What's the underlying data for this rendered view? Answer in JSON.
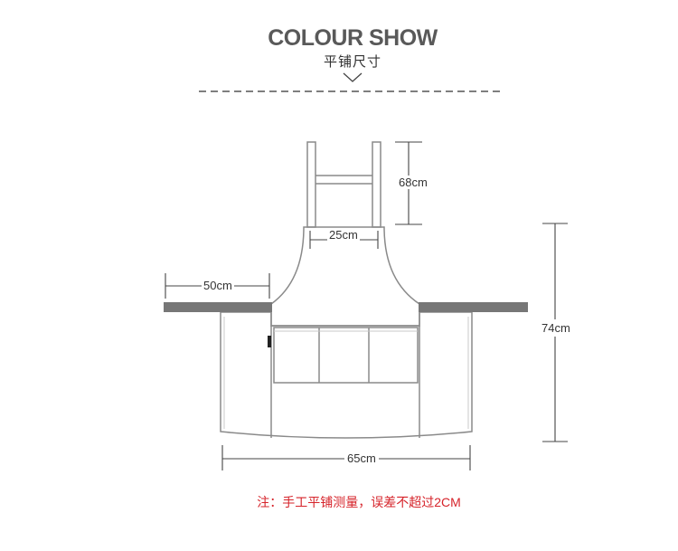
{
  "header": {
    "title": "COLOUR SHOW",
    "subtitle": "平铺尺寸"
  },
  "dimensions": {
    "strap_length": "68cm",
    "neck_width": "25cm",
    "tie_length": "50cm",
    "total_length": "74cm",
    "bottom_width": "65cm"
  },
  "footer": {
    "note": "注：手工平铺测量，误差不超过2CM"
  },
  "colors": {
    "heading": "#595959",
    "note_red": "#d6232a",
    "tie_fill": "#777777",
    "outline": "#888888"
  }
}
